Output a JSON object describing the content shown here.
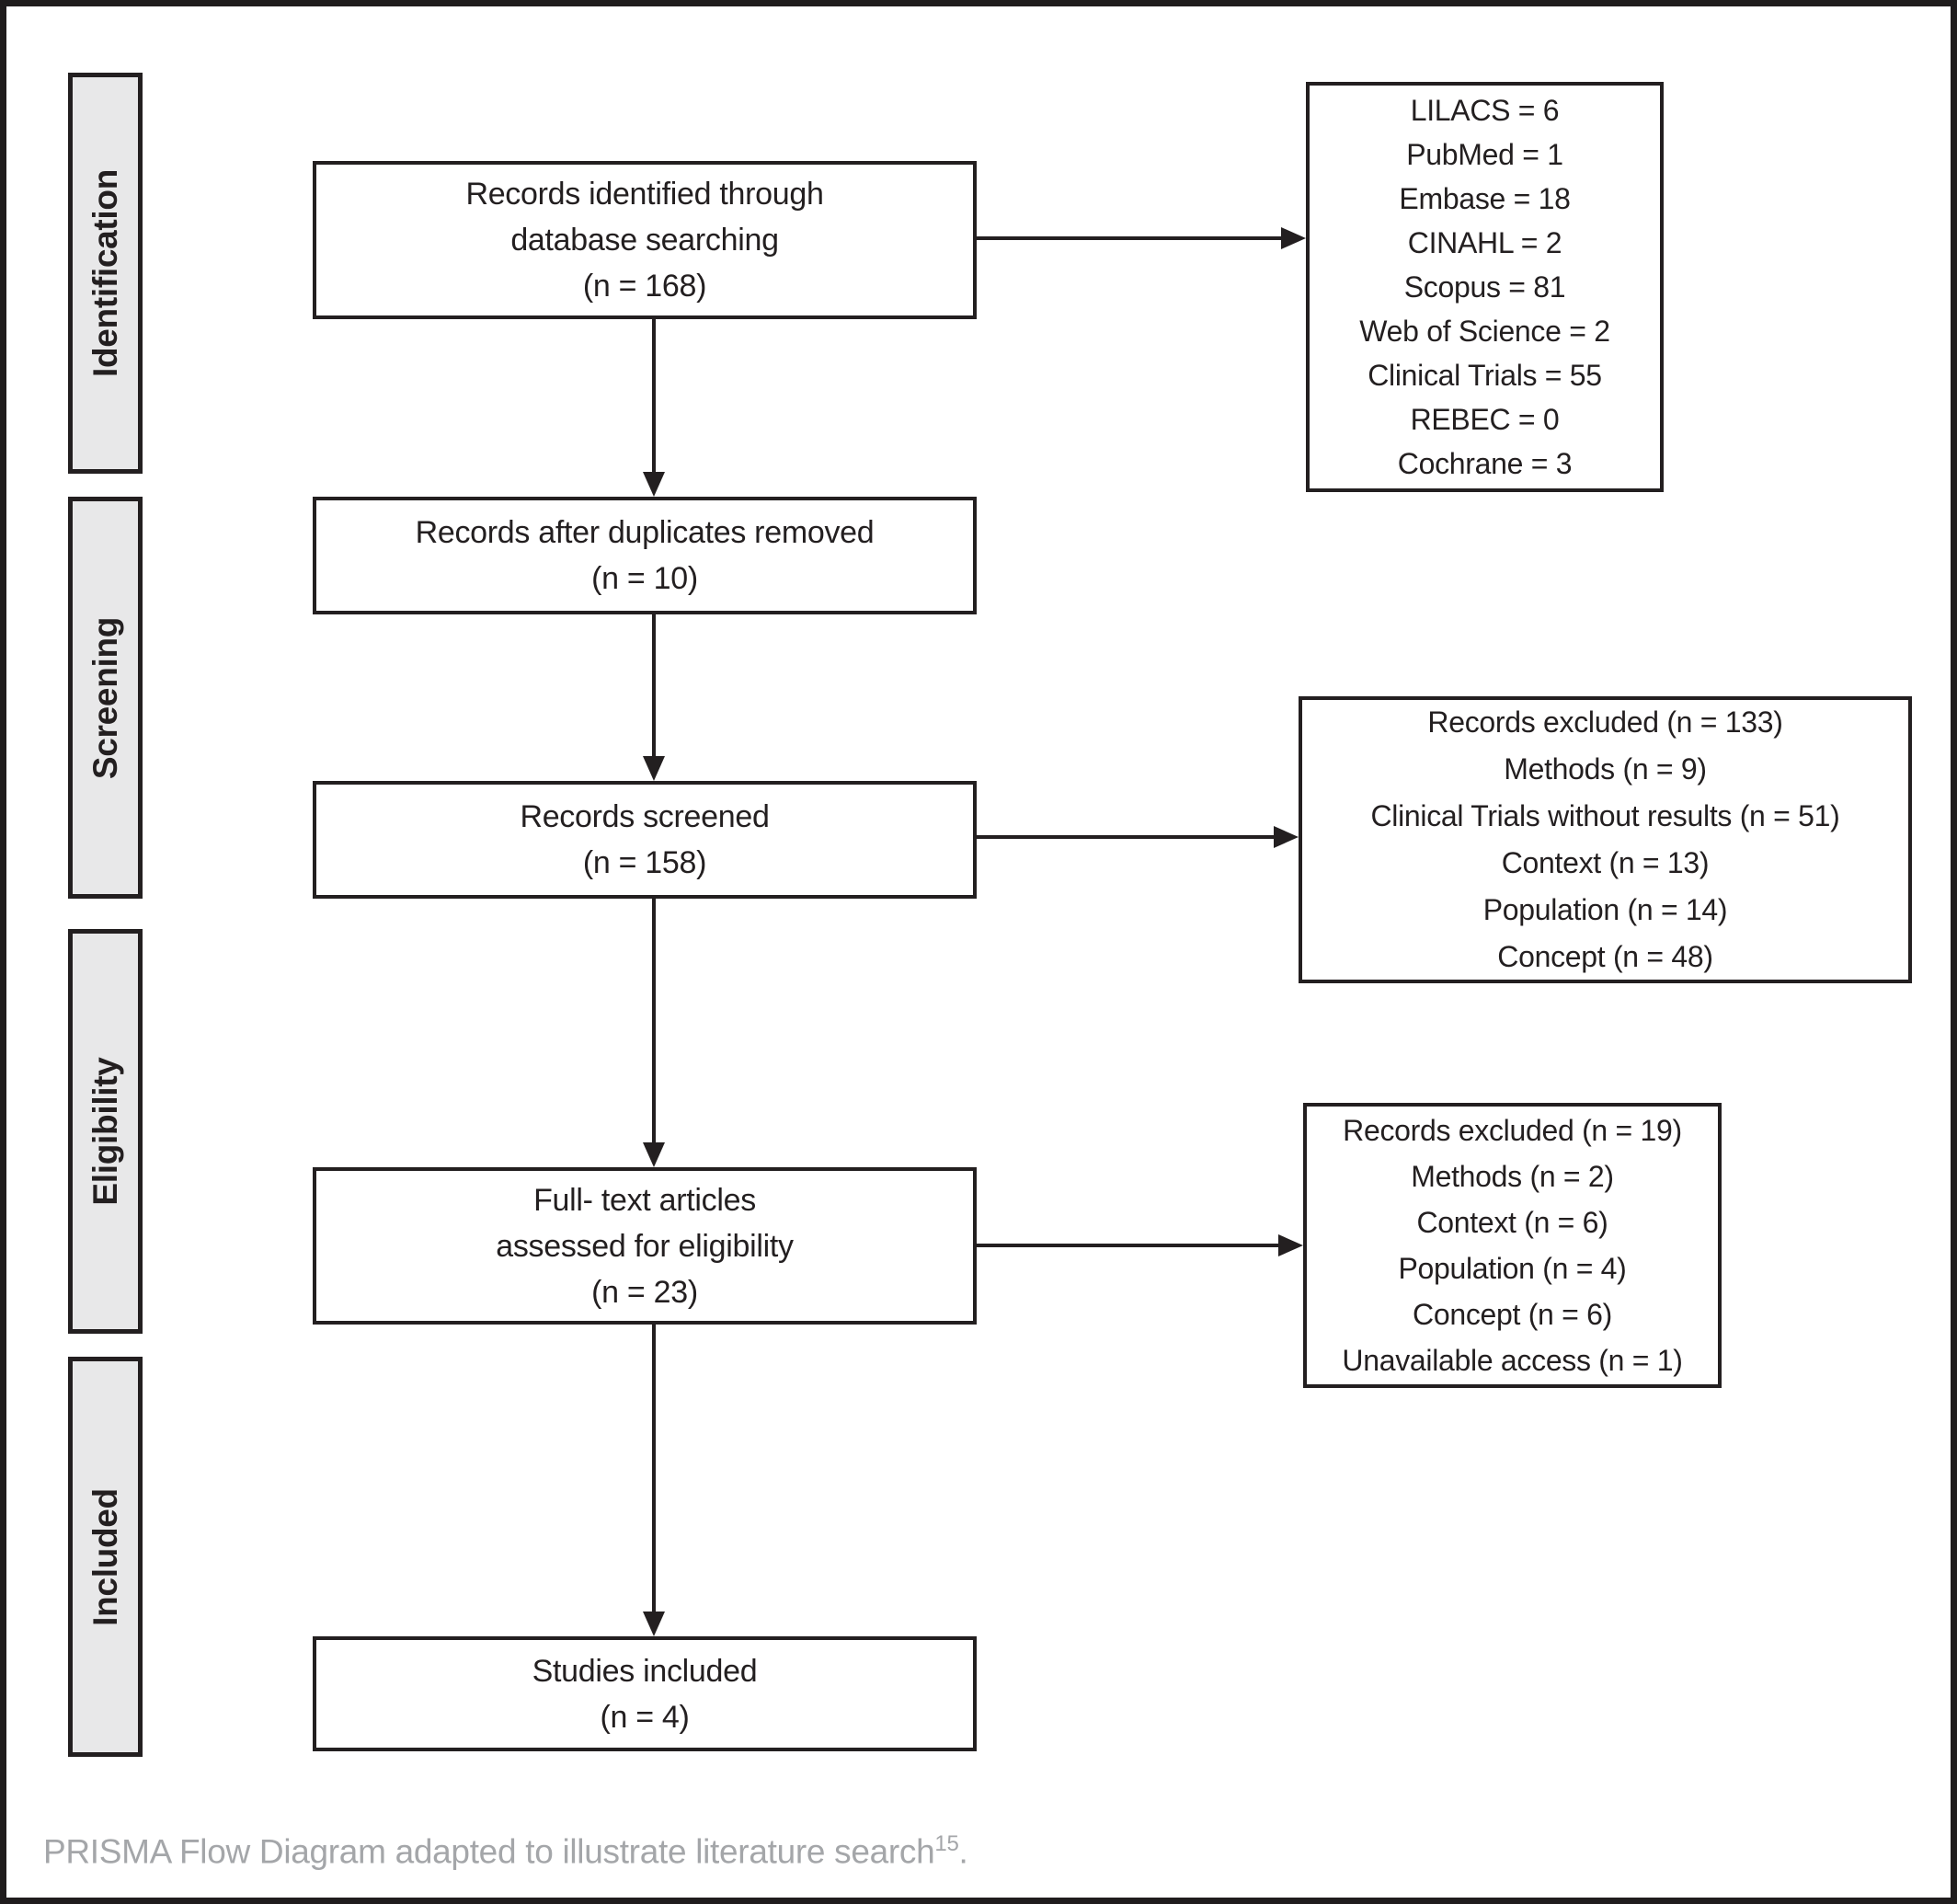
{
  "stages": [
    {
      "label": "Identification"
    },
    {
      "label": "Screening"
    },
    {
      "label": "Eligibility"
    },
    {
      "label": "Included"
    }
  ],
  "flow_boxes": [
    {
      "id": "records-identified",
      "lines": [
        "Records identified through",
        "database searching",
        "(n = 168)"
      ]
    },
    {
      "id": "duplicates-removed",
      "lines": [
        "Records after duplicates removed",
        "(n = 10)"
      ]
    },
    {
      "id": "records-screened",
      "lines": [
        "Records screened",
        "(n = 158)"
      ]
    },
    {
      "id": "fulltext-assessed",
      "lines": [
        "Full- text articles",
        "assessed for eligibility",
        "(n = 23)"
      ]
    },
    {
      "id": "studies-included",
      "lines": [
        "Studies included",
        "(n = 4)"
      ]
    }
  ],
  "side_boxes": [
    {
      "id": "database-counts",
      "lines": [
        "LILACS = 6",
        "PubMed = 1",
        "Embase = 18",
        "CINAHL = 2",
        "Scopus = 81",
        "Web of Science = 2",
        "Clinical Trials = 55",
        "REBEC = 0",
        "Cochrane = 3"
      ]
    },
    {
      "id": "excluded-screening",
      "lines": [
        "Records excluded (n = 133)",
        "Methods (n = 9)",
        "Clinical Trials without results (n = 51)",
        "Context (n = 13)",
        "Population (n = 14)",
        "Concept (n = 48)"
      ]
    },
    {
      "id": "excluded-eligibility",
      "lines": [
        "Records excluded (n = 19)",
        "Methods (n = 2)",
        "Context (n = 6)",
        "Population (n = 4)",
        "Concept (n = 6)",
        "Unavailable access (n = 1)"
      ]
    }
  ],
  "caption": {
    "text": "PRISMA Flow Diagram adapted to illustrate literature search",
    "superscript": "15",
    "suffix": "."
  },
  "colors": {
    "text": "#231f20",
    "border": "#231f20",
    "stage_fill": "#e8e8e9",
    "caption": "#a4a6a9"
  }
}
